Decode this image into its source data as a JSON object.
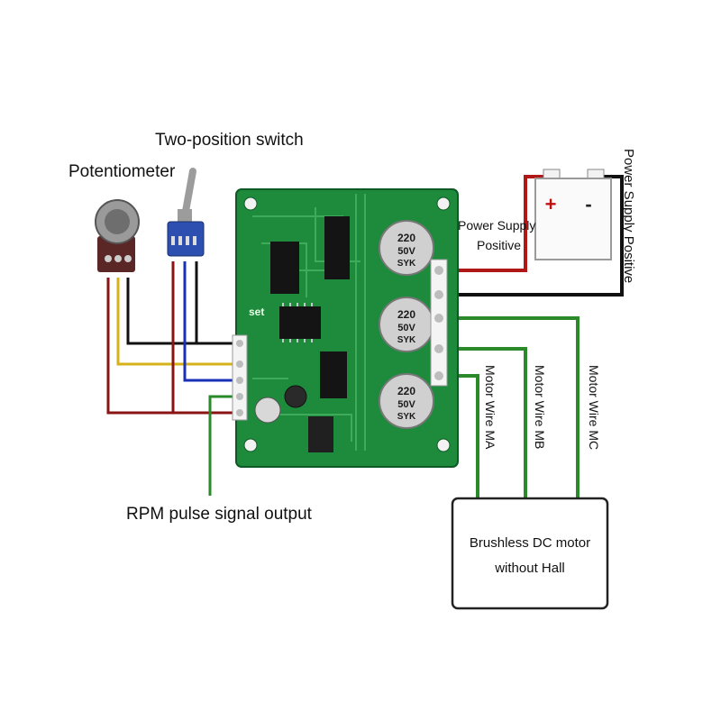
{
  "labels": {
    "potentiometer": "Potentiometer",
    "switch": "Two-position switch",
    "power_supply_line1": "Power Supply",
    "power_supply_line2": "Positive",
    "power_supply_vertical": "Power Supply Positive",
    "rpm_output": "RPM pulse signal output",
    "motor_wire_ma": "Motor Wire MA",
    "motor_wire_mb": "Motor Wire MB",
    "motor_wire_mc": "Motor Wire MC",
    "motor_line1": "Brushless DC motor",
    "motor_line2": "without Hall",
    "battery_plus": "+",
    "battery_minus": "-",
    "board_set": "set",
    "cap1_line1": "220",
    "cap1_line2": "50V",
    "cap1_line3": "SYK",
    "cap2_line1": "220",
    "cap2_line2": "50V",
    "cap2_line3": "SYK",
    "cap3_line1": "220",
    "cap3_line2": "50V",
    "cap3_line3": "SYK"
  },
  "colors": {
    "board": "#1e8a3c",
    "wire_red": "#b01818",
    "wire_black": "#111111",
    "wire_green": "#2a8a2a",
    "wire_yellow": "#d6b21a",
    "wire_blue": "#1830b8",
    "wire_darkred": "#8a1414"
  }
}
